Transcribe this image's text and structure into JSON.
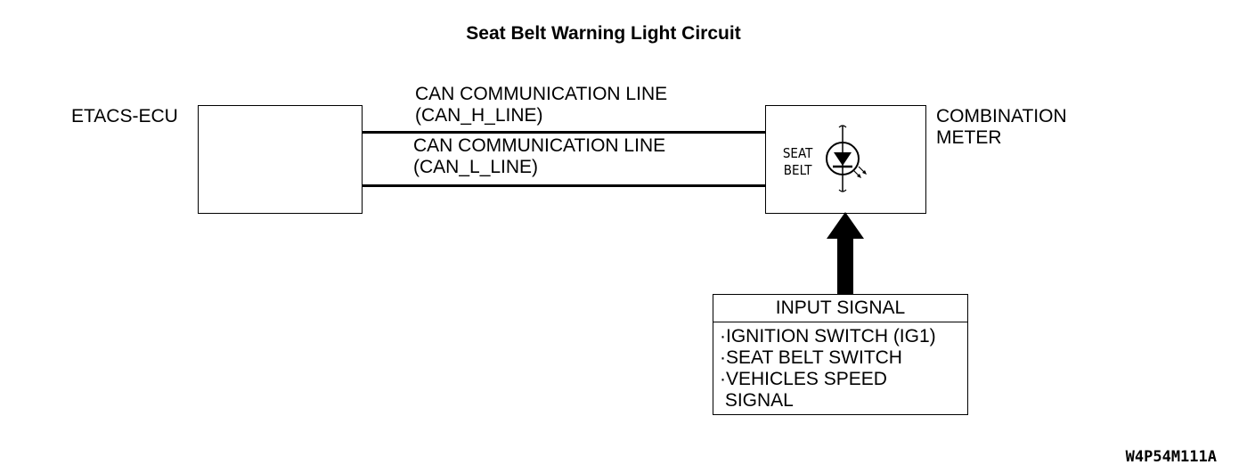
{
  "title": "Seat Belt Warning Light Circuit",
  "ecu": {
    "label": "ETACS-ECU"
  },
  "can_h": {
    "line1": "CAN COMMUNICATION LINE",
    "line2": "(CAN_H_LINE)"
  },
  "can_l": {
    "line1": "CAN COMMUNICATION LINE",
    "line2": "(CAN_L_LINE)"
  },
  "meter": {
    "label_line1": "COMBINATION",
    "label_line2": "METER",
    "indicator_line1": "SEAT",
    "indicator_line2": "BELT",
    "indicator_icon": "led-icon"
  },
  "input_signal": {
    "header": "INPUT SIGNAL",
    "items": [
      "·IGNITION SWITCH (IG1)",
      "·SEAT BELT SWITCH",
      "·VEHICLES SPEED",
      " SIGNAL"
    ]
  },
  "figure_code": "W4P54M111A"
}
